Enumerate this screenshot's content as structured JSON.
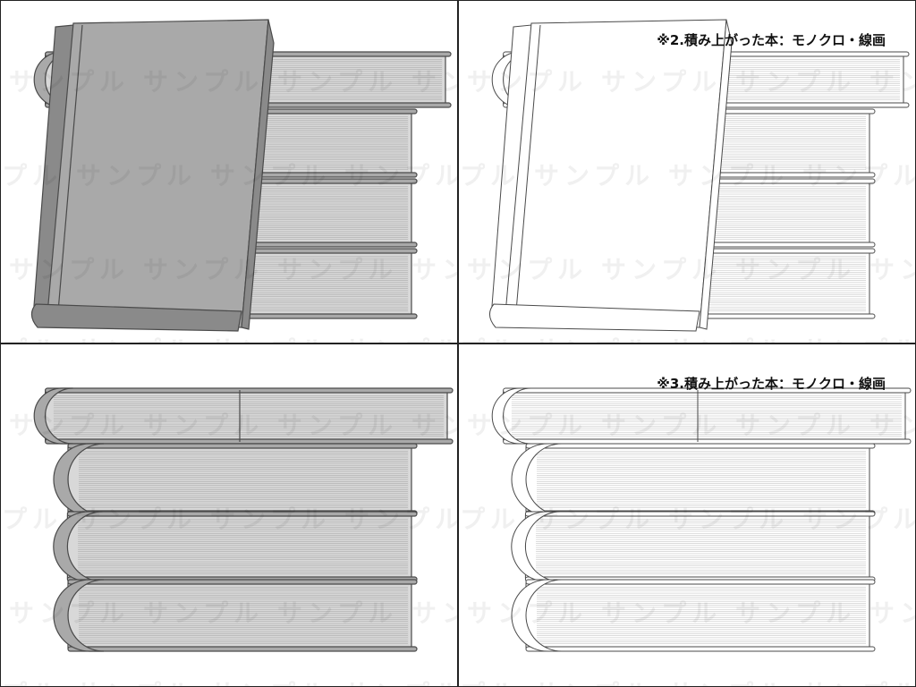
{
  "sheet": {
    "panels": [
      {
        "id": "p1",
        "style": "gray",
        "variant": "cover",
        "caption": ""
      },
      {
        "id": "p2",
        "style": "lineart",
        "variant": "cover",
        "caption": "※2.積み上がった本：モノクロ・線画"
      },
      {
        "id": "p3",
        "style": "gray",
        "variant": "stack",
        "caption": ""
      },
      {
        "id": "p4",
        "style": "lineart",
        "variant": "stack",
        "caption": "※3.積み上がった本：モノクロ・線画"
      }
    ],
    "watermark_text": "サンプル",
    "colors": {
      "gray_fill": "#a9a9a9",
      "gray_dark": "#8a8a8a",
      "page_light": "#d8d8d8",
      "line": "#4a4a4a",
      "white": "#ffffff"
    }
  }
}
